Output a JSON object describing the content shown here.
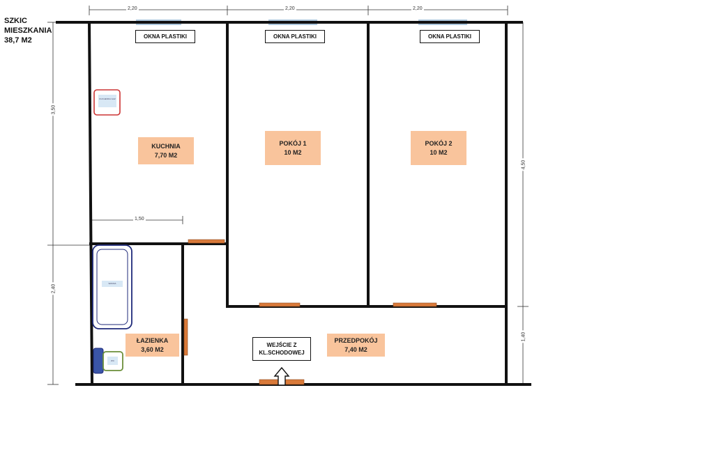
{
  "title": {
    "line1": "SZKIC",
    "line2": "MIESZKANIA",
    "line3": "38,7 M2"
  },
  "windows": [
    {
      "label": "OKNA PLASTIKI"
    },
    {
      "label": "OKNA PLASTIKI"
    },
    {
      "label": "OKNA PLASTIKI"
    }
  ],
  "rooms": {
    "kitchen": {
      "name": "KUCHNIA",
      "area": "7,70 M2"
    },
    "room1": {
      "name": "POKÓJ 1",
      "area": "10 M2"
    },
    "room2": {
      "name": "POKÓJ 2",
      "area": "10 M2"
    },
    "bathroom": {
      "name": "ŁAZIENKA",
      "area": "3,60 M2"
    },
    "hall": {
      "name": "PRZEDPOKÓJ",
      "area": "7,40 M2"
    }
  },
  "entrance": {
    "line1": "WEJŚCIE Z",
    "line2": "KL.SCHODOWEJ"
  },
  "dimensions": {
    "top1": "2,20",
    "top2": "2,20",
    "top3": "2,20",
    "left_upper": "3,50",
    "left_lower": "2,40",
    "kitchen_width": "1,50",
    "right_upper": "4,50",
    "right_lower": "1,40"
  },
  "fixtures": {
    "stove": "KUCHENKA GAZ",
    "bath": "WANNA",
    "wc": "WC"
  },
  "colors": {
    "wall": "#111111",
    "label_bg": "#f9c49c",
    "door": "#d97a3a",
    "stove_border": "#cc3333",
    "bath_border": "#1f2a7a",
    "sink_border": "#6b8f3a"
  }
}
